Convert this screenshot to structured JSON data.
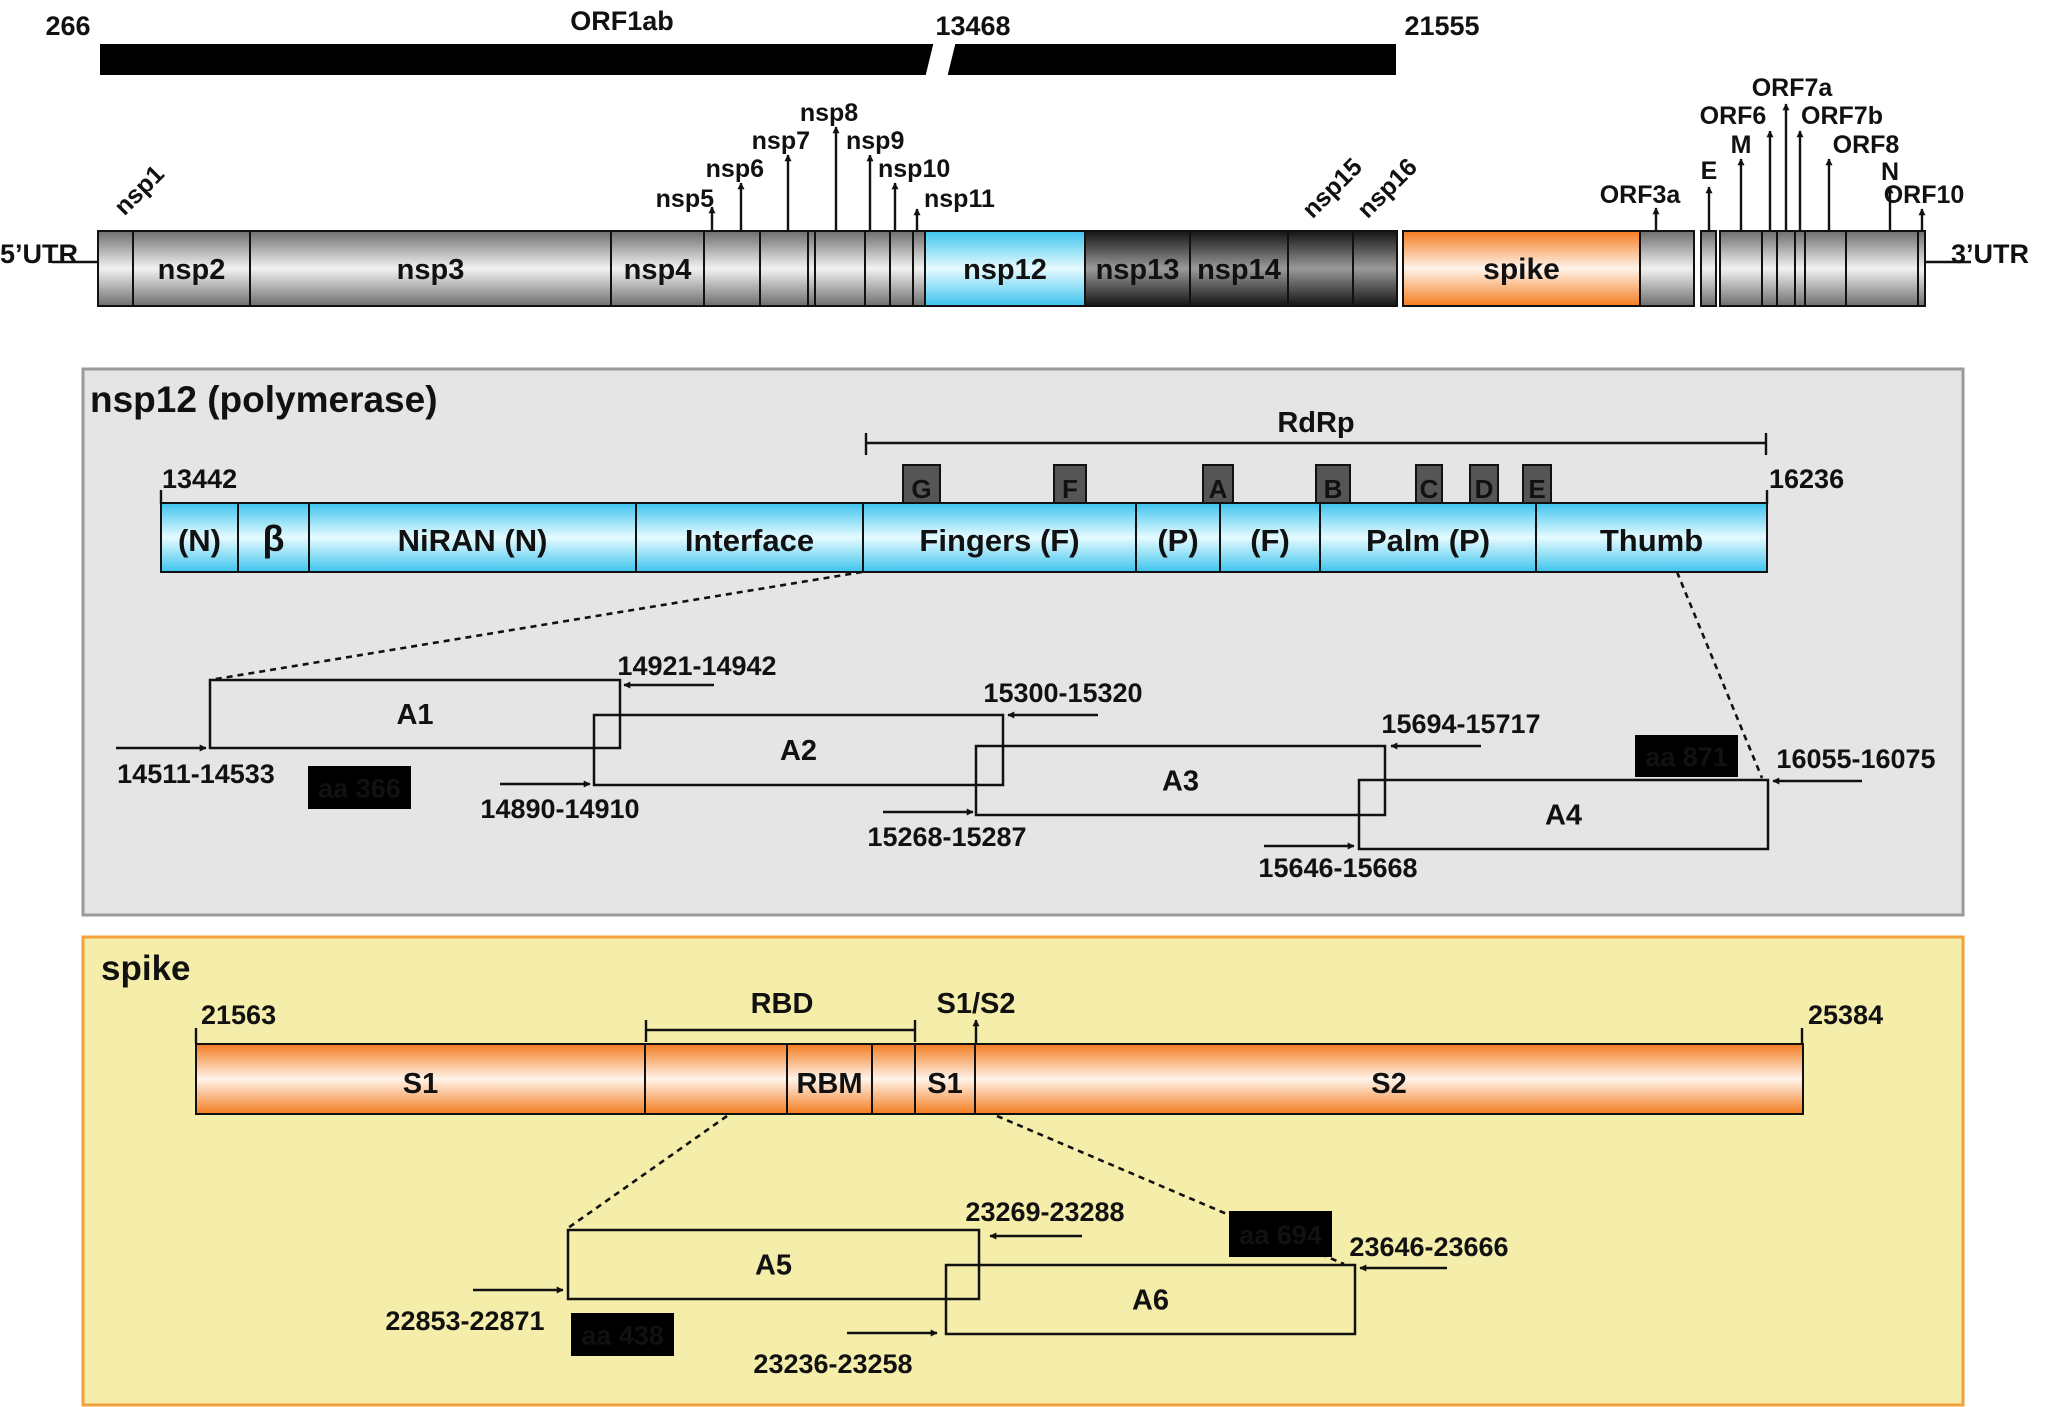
{
  "genome": {
    "orf1ab_label": "ORF1ab",
    "orf1ab_start": "266",
    "orf1ab_break": "13468",
    "orf1ab_end": "21555",
    "utr5": "5’UTR",
    "utr3": "3’UTR",
    "segments": [
      {
        "id": "nsp1",
        "label": "",
        "style": "grey"
      },
      {
        "id": "nsp2",
        "label": "nsp2",
        "style": "grey"
      },
      {
        "id": "nsp3",
        "label": "nsp3",
        "style": "grey"
      },
      {
        "id": "nsp4",
        "label": "nsp4",
        "style": "grey"
      },
      {
        "id": "nsp5",
        "label": "",
        "style": "grey"
      },
      {
        "id": "nsp6",
        "label": "",
        "style": "grey"
      },
      {
        "id": "nsp7",
        "label": "",
        "style": "grey"
      },
      {
        "id": "nsp8",
        "label": "",
        "style": "grey"
      },
      {
        "id": "nsp9",
        "label": "",
        "style": "grey"
      },
      {
        "id": "nsp10",
        "label": "",
        "style": "grey"
      },
      {
        "id": "nsp11",
        "label": "",
        "style": "grey"
      },
      {
        "id": "nsp12",
        "label": "nsp12",
        "style": "blue"
      },
      {
        "id": "nsp13",
        "label": "nsp13",
        "style": "dark"
      },
      {
        "id": "nsp14",
        "label": "nsp14",
        "style": "dark"
      },
      {
        "id": "nsp15",
        "label": "",
        "style": "dark"
      },
      {
        "id": "nsp16",
        "label": "",
        "style": "dark"
      },
      {
        "id": "spike",
        "label": "spike",
        "style": "orange"
      },
      {
        "id": "orf3a",
        "label": "",
        "style": "grey"
      },
      {
        "id": "e",
        "label": "",
        "style": "grey"
      },
      {
        "id": "m",
        "label": "",
        "style": "grey"
      },
      {
        "id": "orf6",
        "label": "",
        "style": "grey"
      },
      {
        "id": "orf7a",
        "label": "",
        "style": "grey"
      },
      {
        "id": "orf7b",
        "label": "",
        "style": "grey"
      },
      {
        "id": "orf8",
        "label": "",
        "style": "grey"
      },
      {
        "id": "n",
        "label": "",
        "style": "grey"
      },
      {
        "id": "orf10",
        "label": "",
        "style": "grey"
      }
    ],
    "callouts": [
      "nsp1",
      "nsp5",
      "nsp6",
      "nsp7",
      "nsp8",
      "nsp9",
      "nsp10",
      "nsp11",
      "nsp15",
      "nsp16",
      "ORF3a",
      "E",
      "M",
      "ORF6",
      "ORF7a",
      "ORF7b",
      "ORF8",
      "N",
      "ORF10"
    ]
  },
  "nsp12_panel": {
    "title": "nsp12 (polymerase)",
    "rdrp_label": "RdRp",
    "start": "13442",
    "end": "16236",
    "domains": [
      "(N)",
      "β",
      "NiRAN (N)",
      "Interface",
      "Fingers (F)",
      "(P)",
      "(F)",
      "Palm (P)",
      "Thumb"
    ],
    "motifs": [
      "G",
      "F",
      "A",
      "B",
      "C",
      "D",
      "E"
    ],
    "amplicons": [
      "A1",
      "A2",
      "A3",
      "A4"
    ],
    "primers": [
      "14921-14942",
      "15300-15320",
      "15694-15717",
      "16055-16075",
      "14511-14533",
      "14890-14910",
      "15268-15287",
      "15646-15668"
    ],
    "aa_tags": [
      "aa 366",
      "aa 871"
    ]
  },
  "spike_panel": {
    "title": "spike",
    "start": "21563",
    "end": "25384",
    "rbd_label": "RBD",
    "s1s2_label": "S1/S2",
    "domains": [
      "S1",
      "",
      "RBM",
      "",
      "S1",
      "S2"
    ],
    "amplicons": [
      "A5",
      "A6"
    ],
    "primers": [
      "23269-23288",
      "23646-23666",
      "22853-22871",
      "23236-23258"
    ],
    "aa_tags": [
      "aa 438",
      "aa 694"
    ]
  },
  "colors": {
    "grey_light": "#f2f2f2",
    "grey_dark": "#6e6e6e",
    "blue_light": "#e6fbff",
    "blue": "#3ec3ee",
    "dark_light": "#9a9a9a",
    "dark": "#141414",
    "orange_light": "#fff4ea",
    "orange": "#f47c20",
    "nsp12_panel_bg": "#e5e5e5",
    "nsp12_panel_border": "#9a9a9a",
    "spike_panel_bg": "#f5eeab",
    "spike_panel_border": "#f2a23a",
    "motif_fill": "#555555",
    "tag_fill": "#000000"
  }
}
